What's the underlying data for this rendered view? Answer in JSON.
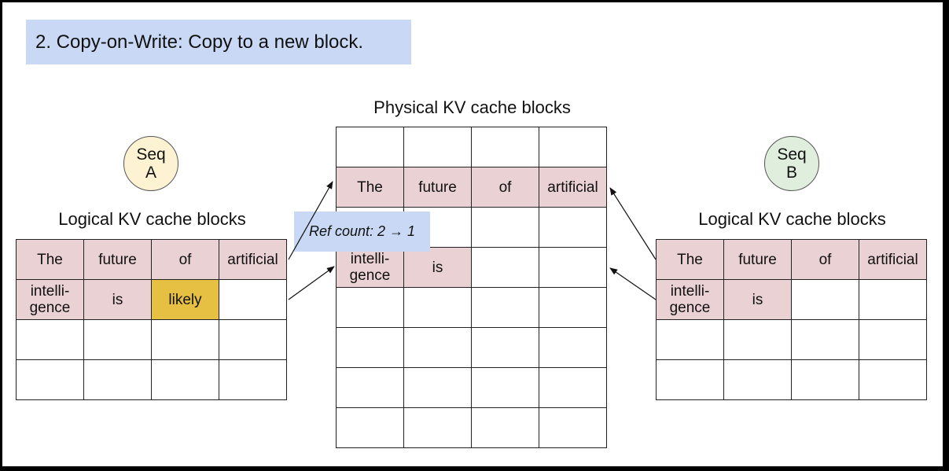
{
  "title": "2. Copy-on-Write: Copy to a new block.",
  "physical": {
    "heading": "Physical KV cache blocks",
    "rows": [
      [
        "",
        "",
        "",
        ""
      ],
      [
        "The",
        "future",
        "of",
        "artificial"
      ],
      [
        "",
        "",
        "",
        ""
      ],
      [
        "intelli-\ngence",
        "is",
        "",
        ""
      ],
      [
        "",
        "",
        "",
        ""
      ],
      [
        "",
        "",
        "",
        ""
      ],
      [
        "",
        "",
        "",
        ""
      ],
      [
        "",
        "",
        "",
        ""
      ]
    ],
    "filled_rows": [
      1,
      3
    ],
    "filled_cells_in_row": [
      4,
      2
    ]
  },
  "seq_a": {
    "line1": "Seq",
    "line2": "A",
    "heading": "Logical KV cache blocks",
    "rows": [
      [
        "The",
        "future",
        "of",
        "artificial"
      ],
      [
        "intelli-\ngence",
        "is",
        "likely",
        ""
      ],
      [
        "",
        "",
        "",
        ""
      ],
      [
        "",
        "",
        "",
        ""
      ]
    ]
  },
  "seq_b": {
    "line1": "Seq",
    "line2": "B",
    "heading": "Logical KV cache blocks",
    "rows": [
      [
        "The",
        "future",
        "of",
        "artificial"
      ],
      [
        "intelli-\ngence",
        "is",
        "",
        ""
      ],
      [
        "",
        "",
        "",
        ""
      ],
      [
        "",
        "",
        "",
        ""
      ]
    ]
  },
  "ref_count": "Ref count: 2 → 1",
  "colors": {
    "title_bg": "#c9d9f5",
    "ref_bg": "#c9d9f5",
    "token_cell": "#ead1d3",
    "new_token_cell": "#e6c042",
    "seq_a_circle": "#fdf3d2",
    "seq_b_circle": "#dfeedd"
  }
}
